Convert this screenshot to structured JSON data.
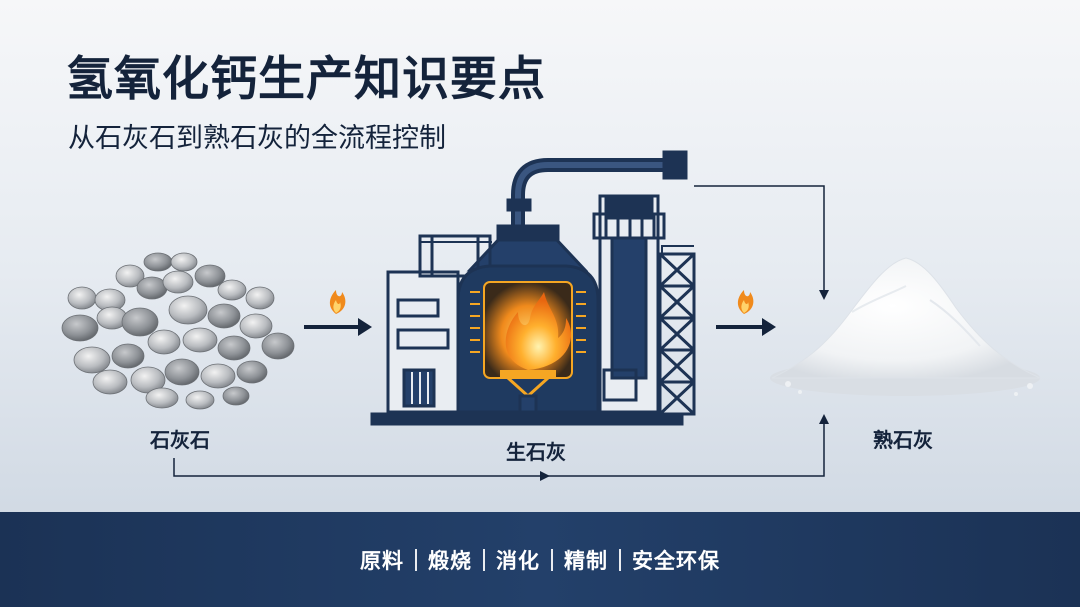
{
  "header": {
    "title": "氢氧化钙生产知识要点",
    "subtitle": "从石灰石到熟石灰的全流程控制"
  },
  "stages": {
    "limestone": "石灰石",
    "quicklime": "生石灰",
    "slaked_lime": "熟石灰"
  },
  "footer": {
    "steps": [
      "原料",
      "煅烧",
      "消化",
      "精制",
      "安全环保"
    ]
  },
  "colors": {
    "navy": "#14233b",
    "flame": "#f5a623",
    "footer_bg": "#1b3255"
  }
}
